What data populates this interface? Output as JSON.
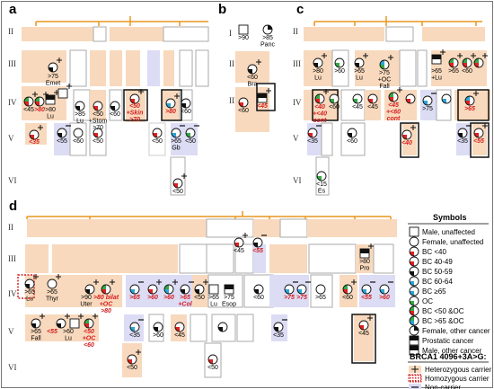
{
  "panels": {
    "a": {
      "letter": "a",
      "gens": [
        "II",
        "III",
        "IV",
        "V",
        "VI"
      ],
      "labels": [
        {
          "id": "a-iii-1",
          "lines": [
            ">75",
            "Emet"
          ],
          "red": false
        },
        {
          "id": "a-iv-1",
          "lines": [
            "<45"
          ],
          "red": false
        },
        {
          "id": "a-iv-2",
          "lines": [
            ">80"
          ],
          "red": true
        },
        {
          "id": "a-iv-3",
          "lines": [
            ">80",
            "Lu"
          ],
          "red": false
        },
        {
          "id": "a-iv-4",
          "lines": [
            ">85",
            "Lu"
          ],
          "red": false
        },
        {
          "id": "a-iv-5",
          "lines": [
            "<50",
            "+Stom",
            ">70"
          ],
          "red": false
        },
        {
          "id": "a-iv-6",
          "lines": [
            "<60"
          ],
          "red": false
        },
        {
          "id": "a-iv-7",
          "lines": [
            "<50",
            "+Skin",
            ">70"
          ],
          "red": true
        },
        {
          "id": "a-iv-8",
          "lines": [
            ">80"
          ],
          "red": true
        },
        {
          "id": "a-iv-9",
          "lines": [
            "<60"
          ],
          "red": false
        },
        {
          "id": "a-v-1",
          "lines": [
            "<55"
          ],
          "red": false
        },
        {
          "id": "a-v-2",
          "lines": [
            "<60"
          ],
          "red": false
        },
        {
          "id": "a-v-3",
          "lines": [
            "<50"
          ],
          "red": false
        },
        {
          "id": "a-v-4",
          "lines": [
            "<50"
          ],
          "red": false
        },
        {
          "id": "a-v-5",
          "lines": [
            ">65",
            "Gb"
          ],
          "red": false
        },
        {
          "id": "a-v-6",
          "lines": [
            "<50"
          ],
          "red": false
        },
        {
          "id": "a-vi-1",
          "lines": [
            "<50"
          ],
          "red": false
        },
        {
          "id": "a-v-7",
          "lines": [
            "<35"
          ],
          "red": true
        }
      ]
    },
    "b": {
      "letter": "b",
      "gens": [
        "I",
        "II",
        "III"
      ],
      "labels": [
        {
          "id": "b-i-1",
          "lines": [
            ">90"
          ],
          "red": false
        },
        {
          "id": "b-i-2",
          "lines": [
            ">85",
            "Panc"
          ],
          "red": false
        },
        {
          "id": "b-ii-1",
          "lines": [
            "<60",
            "Bra"
          ],
          "red": false
        },
        {
          "id": "b-iii-1",
          "lines": [
            "<60"
          ],
          "red": false
        },
        {
          "id": "b-iii-2",
          "lines": [
            "<45"
          ],
          "red": true
        }
      ]
    },
    "c": {
      "letter": "c",
      "gens": [
        "II",
        "III",
        "IV",
        "V",
        "VI"
      ],
      "labels": [
        {
          "id": "c-iii-1",
          "lines": [
            ">80",
            "Lu"
          ],
          "red": false
        },
        {
          "id": "c-iii-2",
          "lines": [
            ">60"
          ],
          "red": false
        },
        {
          "id": "c-iii-3",
          "lines": [
            ">65",
            "Lu"
          ],
          "red": false
        },
        {
          "id": "c-iii-4",
          "lines": [
            ">75",
            "+OC",
            "Fall"
          ],
          "red": false
        },
        {
          "id": "c-iii-5",
          "lines": [
            ">65",
            "+Lu"
          ],
          "red": false
        },
        {
          "id": "c-iii-6",
          "lines": [
            ">65"
          ],
          "red": false
        },
        {
          "id": "c-iii-7",
          "lines": [
            "<60"
          ],
          "red": false
        },
        {
          "id": "c-iv-1",
          "lines": [
            "<40",
            "+<40",
            "cont"
          ],
          "red": true
        },
        {
          "id": "c-iv-2",
          "lines": [
            "<60"
          ],
          "red": false
        },
        {
          "id": "c-iv-3",
          "lines": [
            "<45"
          ],
          "red": false
        },
        {
          "id": "c-iv-4",
          "lines": [
            "<45"
          ],
          "red": false
        },
        {
          "id": "c-iv-5",
          "lines": [
            "<45",
            "+<60",
            "cont"
          ],
          "red": true
        },
        {
          "id": "c-iv-6",
          "lines": [
            ">75"
          ],
          "red": false
        },
        {
          "id": "c-iv-7",
          "lines": [
            ">65"
          ],
          "red": true
        },
        {
          "id": "c-v-1",
          "lines": [
            "<35"
          ],
          "red": false
        },
        {
          "id": "c-v-2",
          "lines": [
            "<60"
          ],
          "red": false
        },
        {
          "id": "c-v-3",
          "lines": [
            "<40"
          ],
          "red": true
        },
        {
          "id": "c-v-4",
          "lines": [
            "<35"
          ],
          "red": false
        },
        {
          "id": "c-v-5",
          "lines": [
            "<55"
          ],
          "red": true
        },
        {
          "id": "c-vi-1",
          "lines": [
            "<15",
            "Es"
          ],
          "red": false
        }
      ]
    },
    "d": {
      "letter": "d",
      "gens": [
        "II",
        "III",
        "IV",
        "V",
        "VI"
      ],
      "labels": [
        {
          "id": "d-iii-1",
          "lines": [
            "<45"
          ],
          "red": false
        },
        {
          "id": "d-iii-2",
          "lines": [
            "<55"
          ],
          "red": true
        },
        {
          "id": "d-iii-3",
          "lines": [
            ">80",
            "Pro"
          ],
          "red": false
        },
        {
          "id": "d-iv-1",
          "lines": [
            ">65",
            "Lu"
          ],
          "red": false
        },
        {
          "id": "d-iv-2",
          "lines": [
            ">65",
            "Thyr"
          ],
          "red": false
        },
        {
          "id": "d-iv-3",
          "lines": [
            ">90",
            "Uter"
          ],
          "red": false
        },
        {
          "id": "d-iv-4",
          "lines": [
            ">80 bilat",
            "+OC",
            ">80"
          ],
          "red": true
        },
        {
          "id": "d-iv-5",
          "lines": [
            ">65"
          ],
          "red": true
        },
        {
          "id": "d-iv-6",
          "lines": [
            ">60"
          ],
          "red": true
        },
        {
          "id": "d-iv-7",
          "lines": [
            ">60"
          ],
          "red": true
        },
        {
          "id": "d-iv-8",
          "lines": [
            ">65",
            "+Col"
          ],
          "red": true
        },
        {
          "id": "d-iv-9",
          "lines": [
            "<50"
          ],
          "red": false
        },
        {
          "id": "d-iv-10",
          "lines": [
            ">65",
            "Lu"
          ],
          "red": false
        },
        {
          "id": "d-iv-11",
          "lines": [
            ">75",
            "Esop"
          ],
          "red": false
        },
        {
          "id": "d-iv-12",
          "lines": [
            "<60"
          ],
          "red": false
        },
        {
          "id": "d-iv-13",
          "lines": [
            ">75"
          ],
          "red": true
        },
        {
          "id": "d-iv-14",
          "lines": [
            ">75"
          ],
          "red": true
        },
        {
          "id": "d-iv-15",
          "lines": [
            ">65"
          ],
          "red": false
        },
        {
          "id": "d-iv-16",
          "lines": [
            "<60"
          ],
          "red": false
        },
        {
          "id": "d-iv-17",
          "lines": [
            "<55"
          ],
          "red": true
        },
        {
          "id": "d-iv-18",
          "lines": [
            ">60"
          ],
          "red": true
        },
        {
          "id": "d-v-1",
          "lines": [
            ">65",
            "Fall"
          ],
          "red": false
        },
        {
          "id": "d-v-2",
          "lines": [
            "<55"
          ],
          "red": true
        },
        {
          "id": "d-v-3",
          "lines": [
            ">60",
            "Lu"
          ],
          "red": false
        },
        {
          "id": "d-v-4",
          "lines": [
            "<50",
            "+OC",
            "<60"
          ],
          "red": true
        },
        {
          "id": "d-v-5",
          "lines": [
            "<35"
          ],
          "red": false
        },
        {
          "id": "d-v-6",
          "lines": [
            ">60"
          ],
          "red": false
        },
        {
          "id": "d-v-7",
          "lines": [
            "<45"
          ],
          "red": false
        },
        {
          "id": "d-v-8",
          "lines": [
            "<35"
          ],
          "red": false
        },
        {
          "id": "d-v-9",
          "lines": [
            "<45"
          ],
          "red": false
        },
        {
          "id": "d-vi-1",
          "lines": [
            "<50"
          ],
          "red": false
        },
        {
          "id": "d-vi-2",
          "lines": [
            "<50"
          ],
          "red": false
        }
      ]
    }
  },
  "legend": {
    "title": "Symbols",
    "items": [
      {
        "id": "male",
        "label": "Male, unaffected"
      },
      {
        "id": "female",
        "label": "Female, unaffected"
      },
      {
        "id": "bc40",
        "label": "BC <40",
        "color": "#e02020"
      },
      {
        "id": "bc4049",
        "label": "BC 40-49",
        "color": "#e02020"
      },
      {
        "id": "bc5059",
        "label": "BC 50-59",
        "color": "#111111"
      },
      {
        "id": "bc6064",
        "label": "BC 60-64",
        "color": "#2aa6d6"
      },
      {
        "id": "bc65",
        "label": "BC ≥65",
        "color": "#2aa6d6"
      },
      {
        "id": "oc",
        "label": "OC",
        "color": "#35a845"
      },
      {
        "id": "bc50oc",
        "label": "BC <50 &OC",
        "color": "#e02020"
      },
      {
        "id": "bc65oc",
        "label": "BC >65 &OC",
        "color": "#2aa6d6"
      },
      {
        "id": "femother",
        "label": "Female, other cancer"
      },
      {
        "id": "prost",
        "label": "Prostatic cancer"
      },
      {
        "id": "maleother",
        "label": "Male, other cancer"
      }
    ],
    "carrier_title": "BRCA1 4096+3A>G:",
    "carriers": [
      {
        "id": "het",
        "label": "Heterozygous carrier"
      },
      {
        "id": "hom",
        "label": "Homozygous carrier"
      },
      {
        "id": "non",
        "label": "Non-carrier"
      }
    ],
    "colors": {
      "carrier_fill": "#f8d9bd",
      "noncarrier_fill": "#dcdcf4",
      "line": "#e8961e",
      "red_text": "#d42020"
    }
  }
}
